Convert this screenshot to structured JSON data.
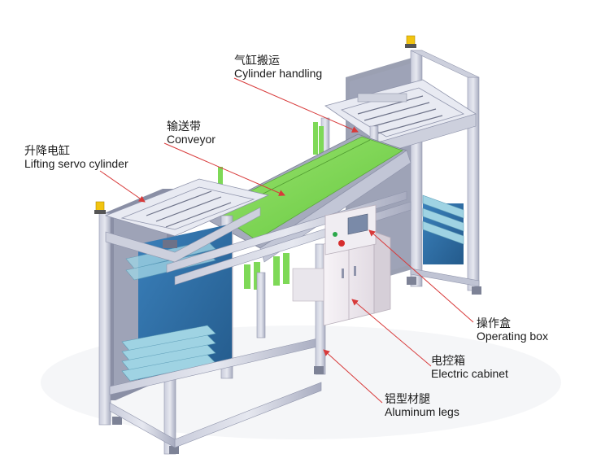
{
  "callouts": [
    {
      "id": "cylinder",
      "zh": "气缸搬运",
      "en": "Cylinder handling"
    },
    {
      "id": "conveyor",
      "zh": "输送带",
      "en": "Conveyor"
    },
    {
      "id": "lifting",
      "zh": "升降电缸",
      "en": "Lifting servo cylinder"
    },
    {
      "id": "opbox",
      "zh": "操作盒",
      "en": "Operating box"
    },
    {
      "id": "cabinet",
      "zh": "电控箱",
      "en": "Electric cabinet"
    },
    {
      "id": "legs",
      "zh": "铝型材腿",
      "en": "Aluminum legs"
    }
  ],
  "colors": {
    "frame": "#b8bccf",
    "frame_dark": "#8f94ab",
    "conveyor_belt": "#7ed957",
    "panel_blue": "#2f6fa8",
    "trays": "#9fd3e3",
    "cabinet": "#f3eef3",
    "callout_line": "#d83a3a",
    "beacon": "#f2c40f"
  }
}
